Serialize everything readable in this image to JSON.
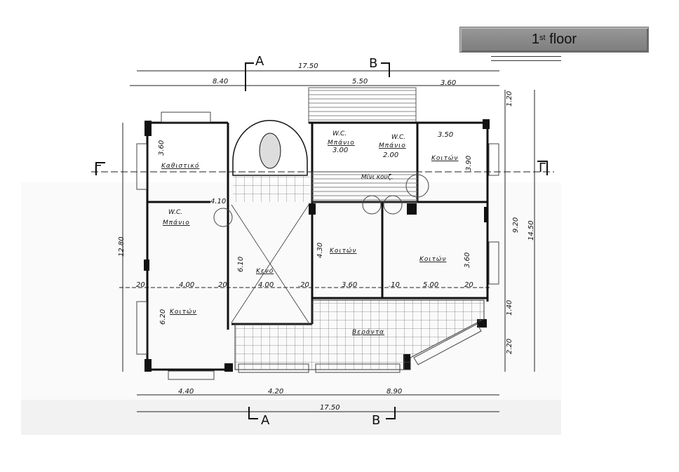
{
  "slide": {
    "title_number": "1",
    "title_suffix": "st",
    "title_text": " floor"
  },
  "plan": {
    "section_marks": {
      "a": "A",
      "b": "B",
      "gamma": "Γ"
    },
    "rooms": {
      "living": "Καθιστικό",
      "wc": "W.C.",
      "bath": "Μπάνιο",
      "kitchen": "Μίνι κουζ.",
      "bedroom": "Κοιτών",
      "void": "Κενό",
      "veranda": "Βεράντα"
    },
    "dimensions": {
      "total_width": "17.50",
      "top_left": "8.40",
      "top_mid": "5.50",
      "top_right": "3.60",
      "bath1": "3.00",
      "bath2": "2.00",
      "bed_ne_w": "3.50",
      "top_depth": "1.20",
      "living_h": "3.60",
      "bed_ne_h": "3.90",
      "right_inner": "9.20",
      "total_depth": "14.50",
      "left_total": "12.80",
      "wc_w": "4.10",
      "void_h": "6.10",
      "bed_mid_h": "4.30",
      "bed_se_h": "3.60",
      "row_a": "20",
      "row_b": "4.00",
      "row_c": "20",
      "row_d": "4.00",
      "row_e": ".20",
      "row_f": "3.60",
      "row_g": ".10",
      "row_h": "5.00",
      "row_i": "20",
      "ver_1": "1.40",
      "ver_2": "2.20",
      "bed_sw_h": "6.20",
      "bot_1": "4.40",
      "bot_2": "4.20",
      "bot_3": "8.90",
      "bot_total": "17.50"
    }
  }
}
